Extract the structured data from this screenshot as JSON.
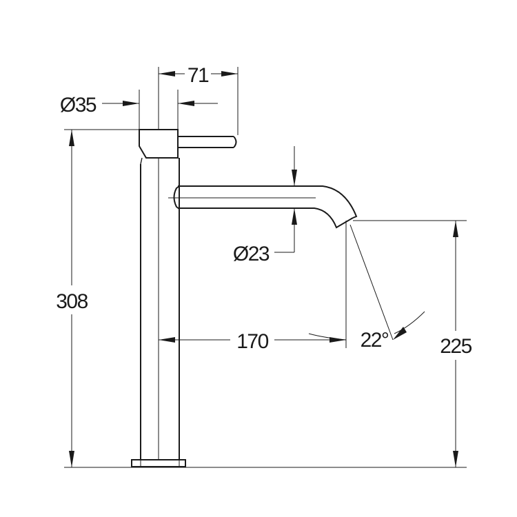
{
  "dimensions": {
    "lever_reach": "71",
    "body_diameter": "Ø35",
    "spout_diameter": "Ø23",
    "total_height": "308",
    "spout_reach": "170",
    "spout_angle": "22°",
    "outlet_height": "225"
  }
}
